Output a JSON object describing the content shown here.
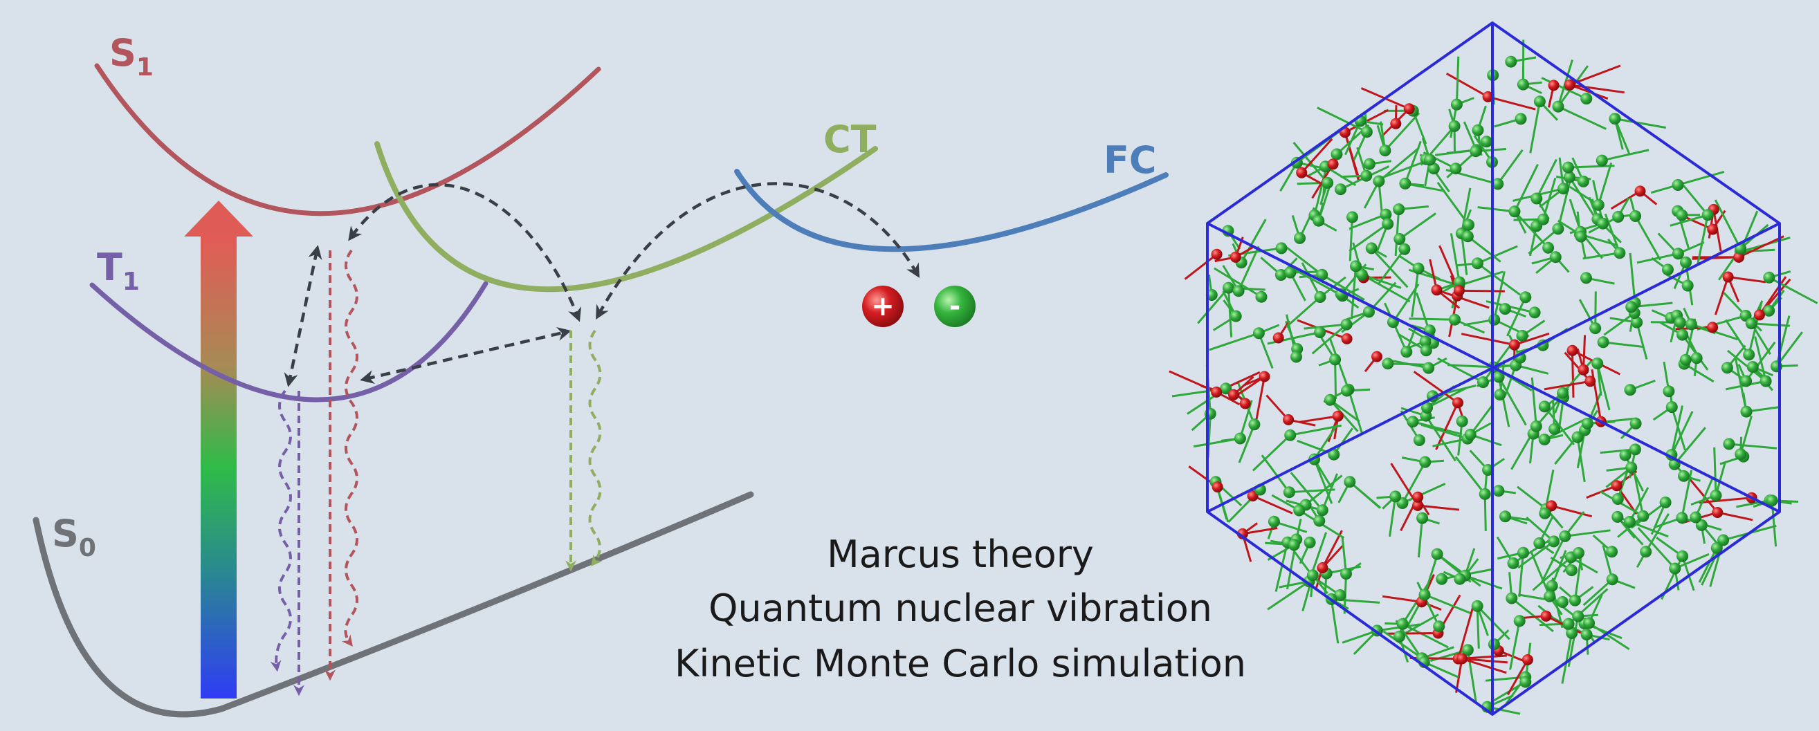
{
  "labels": {
    "s1": "S",
    "s1_sub": "1",
    "t1": "T",
    "t1_sub": "1",
    "s0": "S",
    "s0_sub": "0",
    "ct": "CT",
    "fc": "FC",
    "plus": "+",
    "minus": "-"
  },
  "captions": [
    "Marcus theory",
    "Quantum nuclear vibration",
    "Kinetic Monte Carlo simulation"
  ],
  "colors": {
    "background": "#d9e1ea",
    "s1": "#b2555c",
    "t1": "#7560a8",
    "s0": "#6f7378",
    "ct": "#8fae5f",
    "fc": "#4d7eb9",
    "arrow_dark": "#3a3f47",
    "box": "#2a2ad6",
    "molecule_green": "#2ea83a",
    "molecule_red": "#c0161b"
  }
}
